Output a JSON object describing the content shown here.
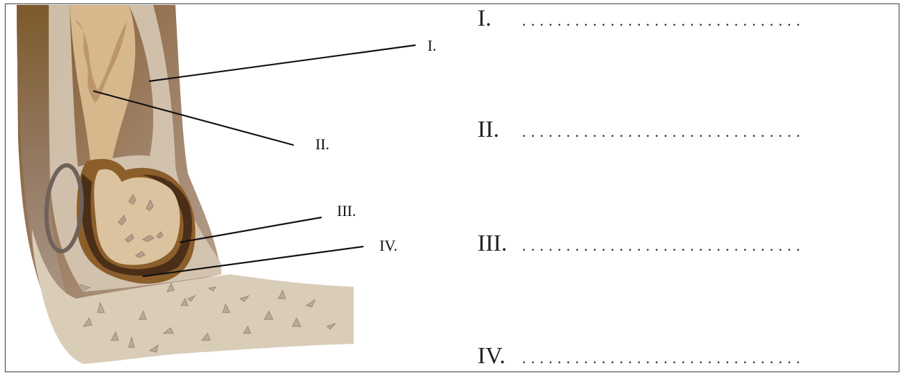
{
  "callouts": [
    {
      "label": "I."
    },
    {
      "label": "II."
    },
    {
      "label": "III."
    },
    {
      "label": "IV."
    }
  ],
  "answers": [
    {
      "roman": "I.",
      "blank": "................................"
    },
    {
      "roman": "II.",
      "blank": "................................"
    },
    {
      "roman": "III.",
      "blank": "................................"
    },
    {
      "roman": "IV.",
      "blank": "................................"
    }
  ],
  "colors": {
    "outer_tissue": "#8a6a3c",
    "soft_tissue": "#b09684",
    "cartilage_light": "#d8cbb5",
    "bone": "#d7b88c",
    "marrow": "#c49a6c",
    "capsule": "#8c5e2a",
    "cavity": "#4a2e18",
    "ring": "#6e625a",
    "lines": "#111111"
  }
}
